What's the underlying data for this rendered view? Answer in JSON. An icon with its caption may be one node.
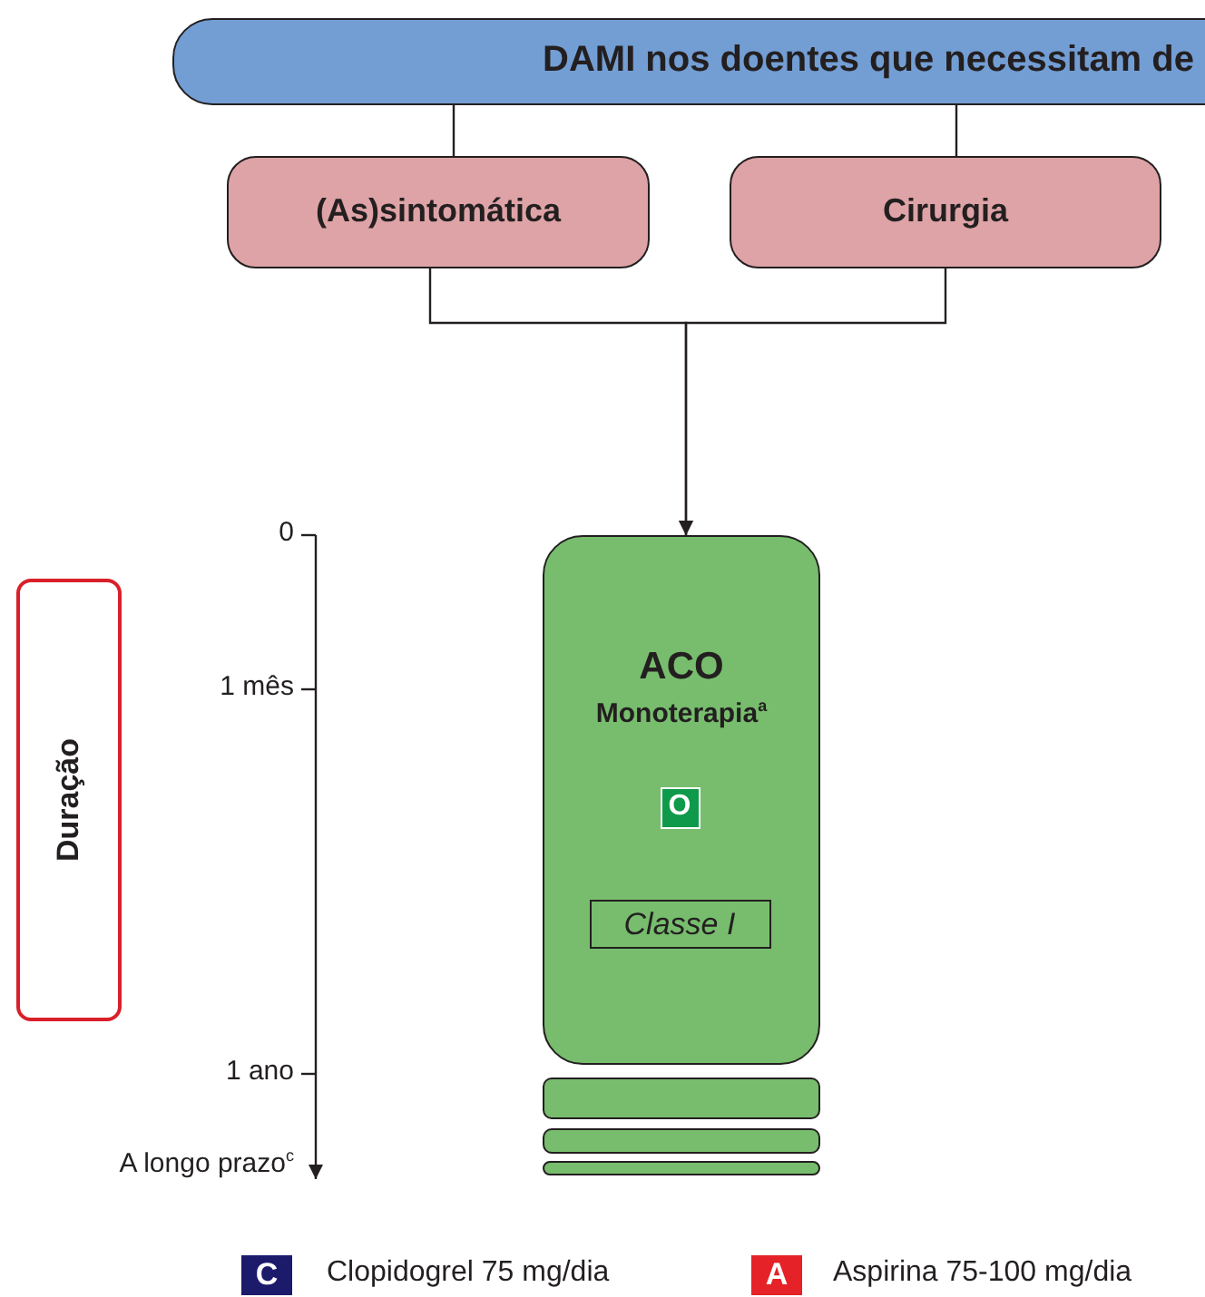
{
  "diagram": {
    "nodes": [
      {
        "text": [
          "DAMI nos doentes que necessitam de"
        ]
      },
      {
        "text": [
          "(As)sintomática"
        ]
      },
      {
        "text": [
          "Cirurgia"
        ]
      },
      {
        "text": [
          "ACO",
          "Monoterapia$^{a}$"
        ]
      },
      {
        "text": [
          "O"
        ],
        "in": 3
      },
      {
        "text": [
          "Classe I"
        ],
        "in": 3
      },
      {
        "text": [],
        "shape": "bar"
      },
      {
        "text": [],
        "shape": "bar"
      },
      {
        "text": [],
        "shape": "bar"
      },
      {
        "text": [
          "Duração"
        ]
      }
    ],
    "edges": [
      {
        "from": 0,
        "to": 1,
        "arrow": "none"
      },
      {
        "from": 0,
        "to": 2,
        "arrow": "none"
      },
      {
        "from": 1,
        "to": 3,
        "arrow": "to"
      },
      {
        "from": 2,
        "to": 3,
        "arrow": "to"
      }
    ],
    "labels": [
      "0",
      "1 mês",
      "1 ano",
      "A longo prazo$^{c}$",
      "C",
      "A"
    ],
    "legend": [
      {
        "text": "Clopidogrel 75 mg/dia",
        "color": "#1c1a6b"
      },
      {
        "text": "Aspirina 75-100 mg/dia",
        "color": "#e52228"
      }
    ]
  }
}
